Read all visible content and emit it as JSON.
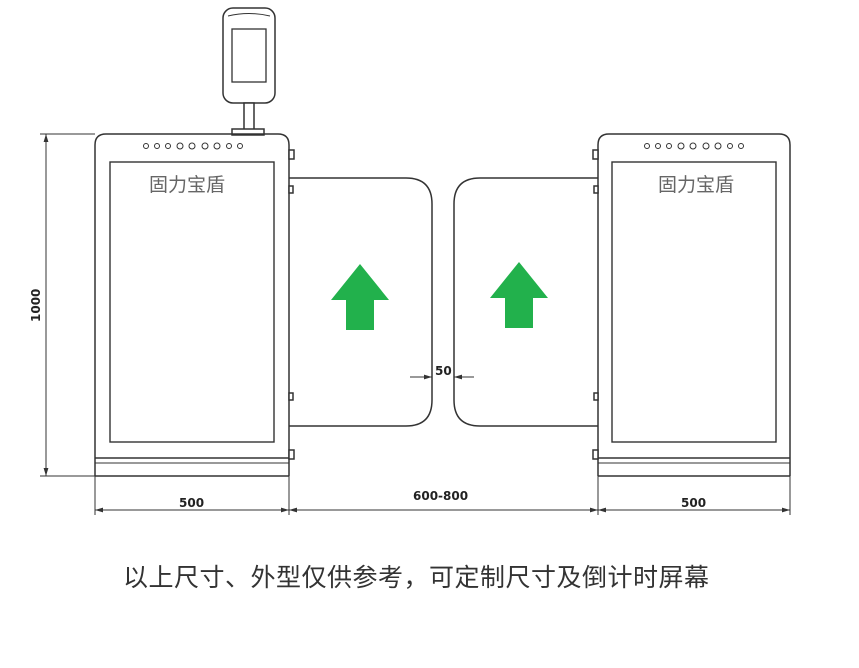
{
  "diagram": {
    "brand_left": "固力宝盾",
    "brand_right": "固力宝盾",
    "dim_height": "1000",
    "dim_width_left": "500",
    "dim_gap": "600-800",
    "dim_width_right": "500",
    "dim_flap_gap": "50",
    "arrow_color": "#22b14c",
    "line_color": "#333333"
  },
  "caption": "以上尺寸、外型仅供参考，可定制尺寸及倒计时屏幕"
}
